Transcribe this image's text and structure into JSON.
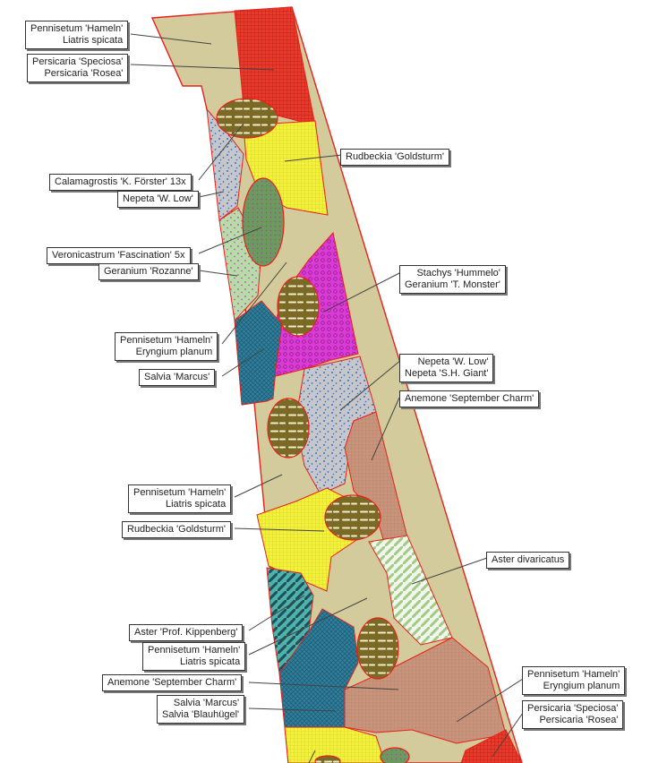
{
  "labels": {
    "l01": {
      "line1": "Pennisetum 'Hameln'",
      "line2": "Liatris spicata"
    },
    "l02": {
      "line1": "Persicaria 'Speciosa'",
      "line2": "Persicaria 'Rosea'"
    },
    "l03": {
      "line1": "Rudbeckia 'Goldsturm'"
    },
    "l04": {
      "line1": "Calamagrostis 'K. Förster'  13x"
    },
    "l05": {
      "line1": "Nepeta 'W. Low'"
    },
    "l06": {
      "line1": "Veronicastrum 'Fascination'  5x"
    },
    "l07": {
      "line1": "Geranium 'Rozanne'"
    },
    "l08": {
      "line1": "Stachys 'Hummelo'",
      "line2": "Geranium 'T. Monster'"
    },
    "l09": {
      "line1": "Pennisetum 'Hameln'",
      "line2": "Eryngium planum"
    },
    "l10": {
      "line1": "Salvia  'Marcus'"
    },
    "l11": {
      "line1": "Nepeta 'W. Low'",
      "line2": "Nepeta 'S.H. Giant'"
    },
    "l12": {
      "line1": "Anemone 'September Charm'"
    },
    "l13": {
      "line1": "Pennisetum 'Hameln'",
      "line2": "Liatris spicata"
    },
    "l14": {
      "line1": "Rudbeckia 'Goldsturm'"
    },
    "l15": {
      "line1": "Aster divaricatus"
    },
    "l16": {
      "line1": "Aster 'Prof. Kippenberg'"
    },
    "l17": {
      "line1": "Pennisetum 'Hameln'",
      "line2": "Liatris spicata"
    },
    "l18": {
      "line1": "Anemone 'September Charm'"
    },
    "l19": {
      "line1": "Pennisetum 'Hameln'",
      "line2": "Eryngium planum"
    },
    "l20": {
      "line1": "Salvia  'Marcus'",
      "line2": "Salvia 'Blauhügel'"
    },
    "l21": {
      "line1": "Persicaria 'Speciosa'",
      "line2": "Persicaria 'Rosea'"
    }
  },
  "colors": {
    "border": "#e8201a",
    "grass_beige": "#d3cb9c",
    "persicaria_red": "#ea3a2a",
    "rudbeckia_yellow": "#f4f23a",
    "nepeta_gray": "#c5c7cb",
    "nepeta_dots": "#3a70c4",
    "calamagrostis_brown": "#7a6a26",
    "veronicastrum_green": "#6c9a5e",
    "geranium_green": "#b8dba9",
    "stachys_magenta": "#dc3ad6",
    "salvia_blue": "#2f7f9c",
    "anemone_salmon": "#c8957c",
    "aster_div_green": "#a2cc86",
    "aster_kipp_teal": "#4fb3a6"
  }
}
